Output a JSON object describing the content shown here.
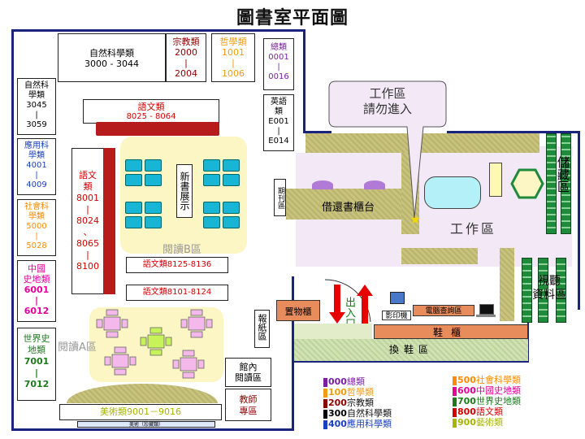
{
  "title": "圖書室平面圖",
  "top_shelves": {
    "natural": {
      "name": "自然科學類",
      "range": "3000 - 3044"
    },
    "religion": {
      "name": "宗教類",
      "l1": "2000",
      "sep": "|",
      "l2": "2004"
    },
    "philosophy": {
      "name": "哲學類",
      "l1": "1001",
      "sep": "|",
      "l2": "1006"
    },
    "general": {
      "name": "總類",
      "l1": "0001",
      "sep": "|",
      "l2": "0016"
    },
    "english": {
      "l1": "英語",
      "l2": "類",
      "l3": "E001",
      "sep": "|",
      "l4": "E014"
    }
  },
  "left_shelves": {
    "natural": {
      "l1": "自然科",
      "l2": "學類",
      "l3": "3045",
      "sep": "|",
      "l4": "3059"
    },
    "applied": {
      "l1": "應用科",
      "l2": "學類",
      "l3": "4001",
      "sep": "|",
      "l4": "4009"
    },
    "social": {
      "l1": "社會科",
      "l2": "學類",
      "l3": "5000",
      "sep": "|",
      "l4": "5028"
    },
    "china": {
      "l1": "中國",
      "l2": "史地類",
      "l3": "6001",
      "sep": "|",
      "l4": "6012"
    },
    "world": {
      "l1": "世界史",
      "l2": "地類",
      "l3": "7001",
      "sep": "|",
      "l4": "7012"
    }
  },
  "lang_top": {
    "name": "語文類",
    "range": "8025 - 8064"
  },
  "lang_left": {
    "l1": "語文",
    "l2": "類",
    "l3": "8001",
    "l4": "|",
    "l5": "8024",
    "l6": "、",
    "l7": "8065",
    "l8": "|",
    "l9": "8100"
  },
  "lang_8125": "語文類8125-8136",
  "lang_8101": "語文類8101-8124",
  "new_books": "新書展示",
  "reading_b": "閱讀B區",
  "reading_a": "閱讀A區",
  "art": "美術類9001－9016",
  "art_small": "美術（珍藏類）",
  "periodicals": "期刊區",
  "newspapers": "報紙區",
  "reading_room": {
    "l1": "館內",
    "l2": "閱讀區"
  },
  "teacher": {
    "l1": "教師",
    "l2": "專區"
  },
  "work_area_sign": {
    "l1": "工作區",
    "l2": "請勿進入"
  },
  "work_area": "工作區",
  "circulation": "借還書櫃台",
  "storage": "儲藏區",
  "av": {
    "l1": "視聽",
    "l2": "資料區"
  },
  "storage_cabinet": "置物櫃",
  "entrance": "出入口",
  "printer": "影印機",
  "computer": "電腦查詢區",
  "shoe_cabinet": "鞋櫃",
  "shoe_change": "換鞋區",
  "legend": [
    {
      "code": "000",
      "name": "總類",
      "color": "#7b1fa2"
    },
    {
      "code": "100",
      "name": "哲學類",
      "color": "#f39c12"
    },
    {
      "code": "200",
      "name": "宗教類",
      "color": "#8b0000"
    },
    {
      "code": "300",
      "name": "自然科學類",
      "color": "#000000"
    },
    {
      "code": "400",
      "name": "應用科學類",
      "color": "#1a3fbf"
    },
    {
      "code": "500",
      "name": "社會科學類",
      "color": "#ff8c00"
    },
    {
      "code": "600",
      "name": "中國史地類",
      "color": "#e6009a"
    },
    {
      "code": "700",
      "name": "世界史地類",
      "color": "#1d7a1d"
    },
    {
      "code": "800",
      "name": "語文類",
      "color": "#d40000"
    },
    {
      "code": "900",
      "name": "藝術類",
      "color": "#a8b400"
    }
  ]
}
